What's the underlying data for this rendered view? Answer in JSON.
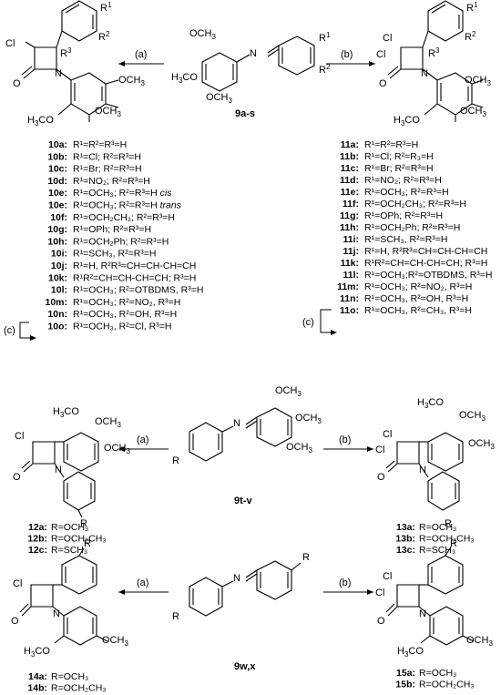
{
  "figure": {
    "row1": {
      "left_product": {
        "groups": [
          "Cl",
          "O",
          "N",
          "R1",
          "R2",
          "R3",
          "OCH3",
          "OCH3",
          "H3CO"
        ]
      },
      "center_reactant": {
        "groups": [
          "OCH3",
          "H3CO",
          "OCH3",
          "N",
          "R1",
          "R2"
        ],
        "label": "9a-s"
      },
      "right_product": {
        "groups": [
          "Cl",
          "Cl",
          "O",
          "N",
          "R1",
          "R2",
          "R3",
          "OCH3",
          "OCH3",
          "H3CO"
        ]
      },
      "arrow_a": "(a)",
      "arrow_b": "(b)"
    },
    "list10": [
      {
        "code": "10a:",
        "text": "R¹=R²=R³=H"
      },
      {
        "code": "10b:",
        "text": "R¹=Cl; R²=R³=H"
      },
      {
        "code": "10c:",
        "text": "R¹=Br; R²=R³=H"
      },
      {
        "code": "10d:",
        "text": "R¹=NO₂; R²=R³=H"
      },
      {
        "code": "10e:",
        "text": "R¹=OCH₃; R²=R³=H ",
        "it": "cis"
      },
      {
        "code": "10e:",
        "text": "R¹=OCH₃; R²=R³=H ",
        "it": "trans"
      },
      {
        "code": "10f:",
        "text": "R¹=OCH₂CH₃; R²=R³=H"
      },
      {
        "code": "10g:",
        "text": "R¹=OPh; R²=R³=H"
      },
      {
        "code": "10h:",
        "text": "R¹=OCH₂Ph; R²=R³=H"
      },
      {
        "code": "10i:",
        "text": "R¹=SCH₃, R²=R³=H"
      },
      {
        "code": "10j:",
        "text": "R¹=H, R²R³=CH=CH-CH=CH"
      },
      {
        "code": "10k:",
        "text": "R¹R²=CH=CH-CH=CH; R³=H"
      },
      {
        "code": "10l:",
        "text": "R¹=OCH₃; R²=OTBDMS, R³=H"
      },
      {
        "code": "10m:",
        "text": "R¹=OCH₃; R²=NO₂, R³=H"
      },
      {
        "code": "10n:",
        "text": "R¹=OCH₃, R²=OH, R³=H"
      },
      {
        "code": "10o:",
        "text": "R¹=OCH₃, R²=Cl, R³=H"
      }
    ],
    "list11": [
      {
        "code": "11a:",
        "text": "R¹=R²=R³=H"
      },
      {
        "code": "11b:",
        "text": "R¹=Cl; R²=R₃=H"
      },
      {
        "code": "11c:",
        "text": "R¹=Br; R²=R³=H"
      },
      {
        "code": "11d:",
        "text": "R¹=NO₂; R²=R³=H"
      },
      {
        "code": "11e:",
        "text": "R¹=OCH₃; R²=R³=H"
      },
      {
        "code": "11f:",
        "text": "R¹=OCH₂CH₃; R²=R³=H"
      },
      {
        "code": "11g:",
        "text": "R¹=OPh; R²=R³=H"
      },
      {
        "code": "11h:",
        "text": "R¹=OCH₂Ph; R²=R³=H"
      },
      {
        "code": "11i:",
        "text": "R¹=SCH₃, R²=R³=H"
      },
      {
        "code": "11j:",
        "text": "R¹=H, R²R³=CH=CH-CH=CH"
      },
      {
        "code": "11k:",
        "text": "R¹R²=CH=CH-CH=CH; R³=H"
      },
      {
        "code": "11l:",
        "text": "R¹=OCH₃;R²=OTBDMS, R³=H"
      },
      {
        "code": "11m:",
        "text": "R¹=OCH₃; R²=NO₂, R³=H"
      },
      {
        "code": "11n:",
        "text": "R¹=OCH₃, R²=OH, R³=H"
      },
      {
        "code": "11o:",
        "text": "R¹=OCH₃, R²=CH₃, R³=H"
      }
    ],
    "bracket_c": "(c)",
    "row2": {
      "arrow_a": "(a)",
      "arrow_b": "(b)",
      "center_label": "9t-v",
      "list12": [
        {
          "code": "12a:",
          "text": "R=OCH₃"
        },
        {
          "code": "12b:",
          "text": "R=OCH₂CH₃"
        },
        {
          "code": "12c:",
          "text": "R=SCH₃"
        }
      ],
      "list13": [
        {
          "code": "13a:",
          "text": "R=OCH₃"
        },
        {
          "code": "13b:",
          "text": "R=OCH₂CH₃"
        },
        {
          "code": "13c:",
          "text": "R=SCH₃"
        }
      ]
    },
    "row3": {
      "arrow_a": "(a)",
      "arrow_b": "(b)",
      "center_label": "9w,x",
      "list14": [
        {
          "code": "14a:",
          "text": "R=OCH₃"
        },
        {
          "code": "14b:",
          "text": "R=OCH₂CH₃"
        }
      ],
      "list15": [
        {
          "code": "15a:",
          "text": "R=OCH₃"
        },
        {
          "code": "15b:",
          "text": "R=OCH₂CH₃"
        }
      ]
    }
  }
}
